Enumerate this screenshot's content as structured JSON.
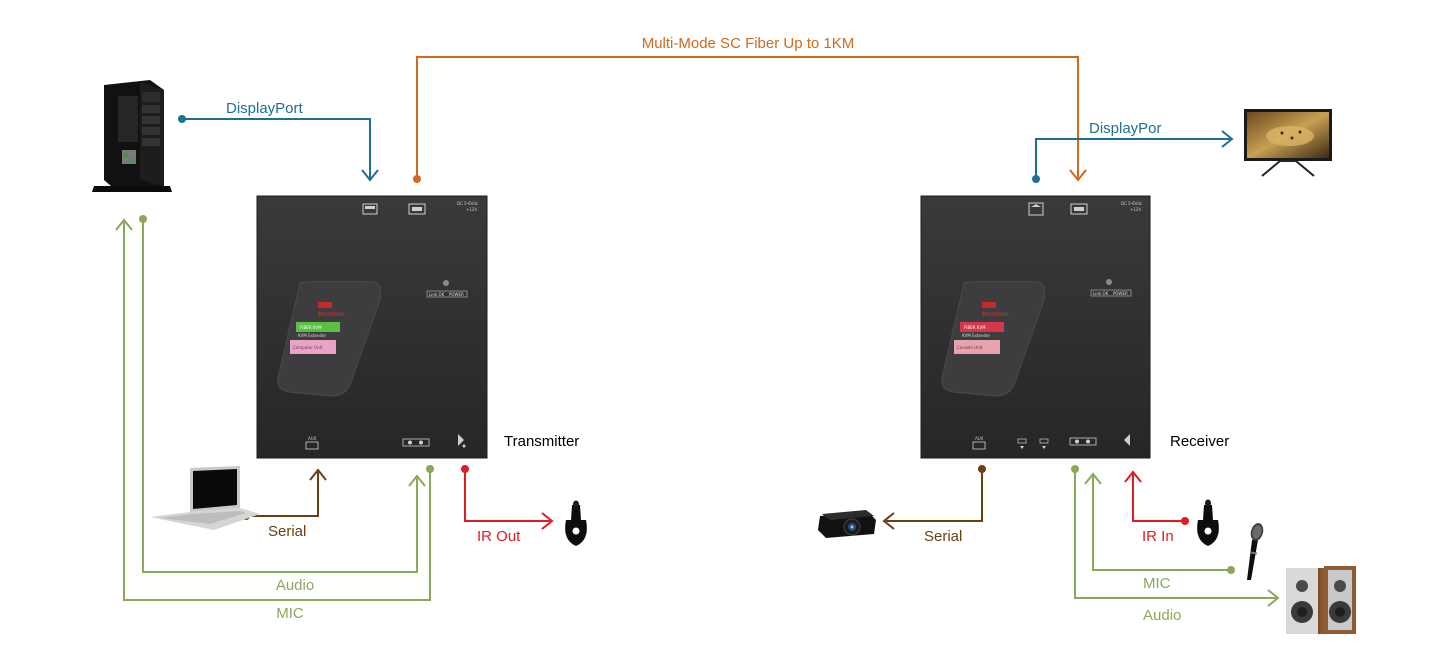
{
  "links": {
    "fiber": "Multi-Mode SC Fiber Up to 1KM",
    "tx_video": "DisplayPort",
    "rx_video": "DisplayPor",
    "tx_serial": "Serial",
    "rx_serial": "Serial",
    "ir_out": "IR Out",
    "ir_in": "IR In",
    "tx_audio": "Audio",
    "tx_mic": "MIC",
    "rx_mic": "MIC",
    "rx_audio": "Audio"
  },
  "units": {
    "transmitter": "Transmitter",
    "receiver": "Receiver"
  },
  "panel": {
    "power_label": "DC 5-6Vdc",
    "power_sub": "+12V",
    "led_link": "Link OK",
    "led_power": "POWER",
    "aux_label": "AUX",
    "brand": "Rextron",
    "tx_sticker": [
      "FIBER KVM",
      "KVM Extender",
      "Computer Unit"
    ],
    "rx_sticker": [
      "FIBER KVM",
      "KVM Extender",
      "Console Unit"
    ]
  },
  "colors": {
    "fiber": "#d2691e",
    "video": "#1f6f94",
    "serial": "#6b3f12",
    "ir": "#e01b24",
    "audio": "#8aa85a",
    "box": "#2f2f31"
  },
  "icons": [
    "computer-tower-icon",
    "laptop-icon",
    "monitor-icon",
    "projector-icon",
    "ir-receiver-icon",
    "ir-emitter-icon",
    "microphone-icon",
    "speakers-icon"
  ]
}
